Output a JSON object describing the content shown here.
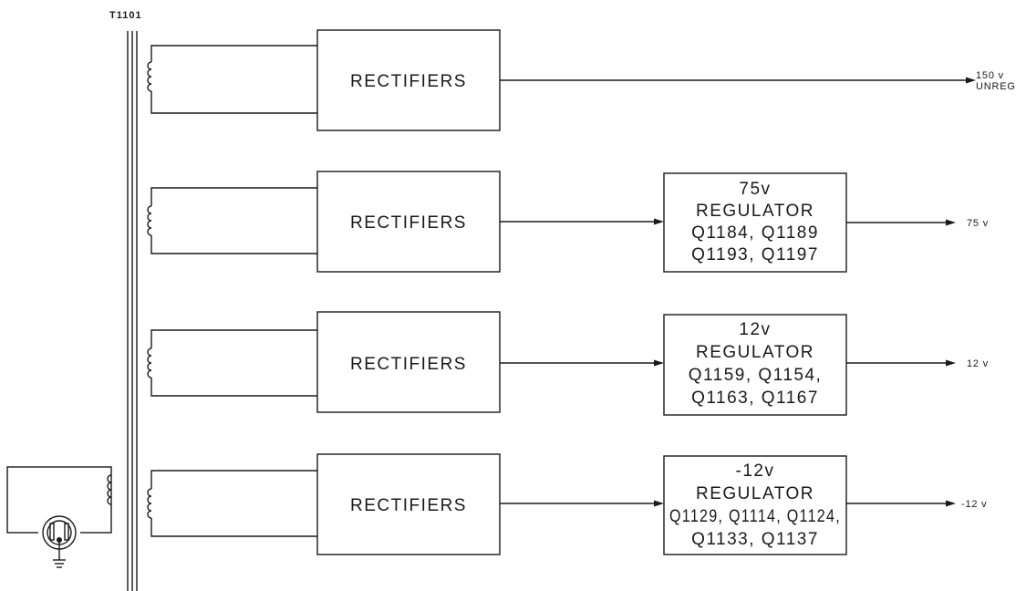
{
  "transformer": {
    "ref": "T1101"
  },
  "stages": [
    {
      "rectifier_label": "RECTIFIERS",
      "regulator_lines": [],
      "output_lines": [
        "150 v",
        "UNREG"
      ]
    },
    {
      "rectifier_label": "RECTIFIERS",
      "regulator_lines": [
        "75v",
        "REGULATOR",
        "Q1184, Q1189",
        "Q1193, Q1197"
      ],
      "output_lines": [
        "75 v"
      ]
    },
    {
      "rectifier_label": "RECTIFIERS",
      "regulator_lines": [
        "12v",
        "REGULATOR",
        "Q1159, Q1154,",
        "Q1163, Q1167"
      ],
      "output_lines": [
        "12 v"
      ]
    },
    {
      "rectifier_label": "RECTIFIERS",
      "regulator_lines": [
        "-12v",
        "REGULATOR",
        "Q1129, Q1114, Q1124,",
        "Q1133, Q1137"
      ],
      "output_lines": [
        "-12 v"
      ]
    }
  ]
}
